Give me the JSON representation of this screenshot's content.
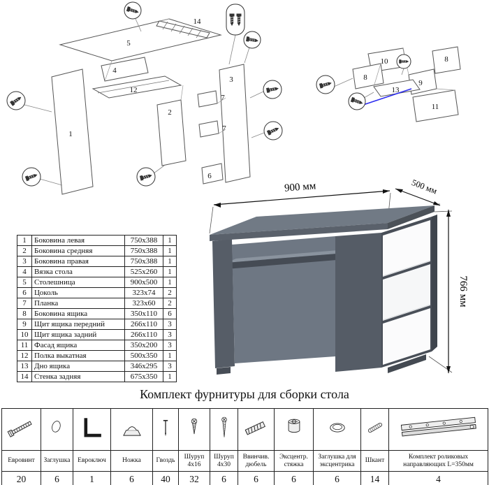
{
  "page": {
    "title": "Комплект фурнитуры для сборки стола"
  },
  "desk": {
    "width_label": "900 мм",
    "depth_label": "500 мм",
    "height_label": "766 мм"
  },
  "diagram": {
    "main": [
      "5",
      "14",
      "1",
      "4",
      "12",
      "2",
      "3",
      "7",
      "7",
      "6"
    ],
    "drawer": [
      "10",
      "8",
      "8",
      "9",
      "13",
      "11"
    ]
  },
  "parts_table": {
    "rows": [
      {
        "num": "1",
        "name": "Боковина левая",
        "size": "750x388",
        "qty": "1"
      },
      {
        "num": "2",
        "name": "Боковина средняя",
        "size": "750x388",
        "qty": "1"
      },
      {
        "num": "3",
        "name": "Боковина правая",
        "size": "750x388",
        "qty": "1"
      },
      {
        "num": "4",
        "name": "Вязка стола",
        "size": "525x260",
        "qty": "1"
      },
      {
        "num": "5",
        "name": "Столешница",
        "size": "900x500",
        "qty": "1"
      },
      {
        "num": "6",
        "name": "Цоколь",
        "size": "323x74",
        "qty": "2"
      },
      {
        "num": "7",
        "name": "Планка",
        "size": "323x60",
        "qty": "2"
      },
      {
        "num": "8",
        "name": "Боковина ящика",
        "size": "350x110",
        "qty": "6"
      },
      {
        "num": "9",
        "name": "Щит ящика передний",
        "size": "266x110",
        "qty": "3"
      },
      {
        "num": "10",
        "name": "Щит ящика задний",
        "size": "266x110",
        "qty": "3"
      },
      {
        "num": "11",
        "name": "Фасад ящика",
        "size": "350x200",
        "qty": "3"
      },
      {
        "num": "12",
        "name": "Полка выкатная",
        "size": "500x350",
        "qty": "1"
      },
      {
        "num": "13",
        "name": "Дно ящика",
        "size": "346x295",
        "qty": "3"
      },
      {
        "num": "14",
        "name": "Стенка задняя",
        "size": "675x350",
        "qty": "1"
      }
    ]
  },
  "hardware": {
    "items": [
      {
        "name": "Евровинт",
        "qty": "20",
        "icon": "euroscrew-icon"
      },
      {
        "name": "Заглушка",
        "qty": "6",
        "icon": "cap-icon"
      },
      {
        "name": "Евроключ",
        "qty": "1",
        "icon": "hexkey-icon"
      },
      {
        "name": "Ножка",
        "qty": "6",
        "icon": "leg-icon"
      },
      {
        "name": "Гвоздь",
        "qty": "40",
        "icon": "nail-icon"
      },
      {
        "name": "Шуруп 4x16",
        "qty": "32",
        "icon": "screw-short-icon"
      },
      {
        "name": "Шуруп 4x30",
        "qty": "6",
        "icon": "screw-long-icon"
      },
      {
        "name": "Ввинчив. дюбель",
        "qty": "6",
        "icon": "screw-dowel-icon"
      },
      {
        "name": "Эксцентр. стяжка",
        "qty": "6",
        "icon": "cam-lock-icon"
      },
      {
        "name": "Заглушка для эксцентрика",
        "qty": "6",
        "icon": "cam-cap-icon"
      },
      {
        "name": "Шкант",
        "qty": "14",
        "icon": "wood-dowel-icon"
      },
      {
        "name": "Комплект роликовых направляющих L=350мм",
        "qty": "4",
        "icon": "roller-rail-icon"
      }
    ]
  }
}
